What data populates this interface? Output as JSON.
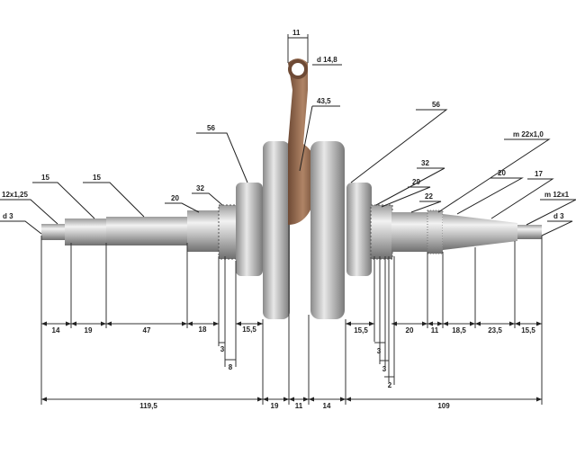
{
  "title": "Crankshaft dimensions drawing",
  "callouts": {
    "conrod_width": "11",
    "small_end_dia": "d 14,8",
    "conrod_length": "43,5",
    "bearing_left": "56",
    "bearing_right": "56",
    "spline_left": "15",
    "shaft_left": "15",
    "thread_left": "12x1,25",
    "hole_left": "d 3",
    "step_left": "20",
    "gear_left": "32",
    "thread_right_mid": "m 22x1,0",
    "gear_right_1": "32",
    "gear_right_2": "29",
    "step_right": "22",
    "shaft_right": "20",
    "taper_right": "17",
    "thread_right": "m 12x1",
    "hole_right": "d 3"
  },
  "dims_left": [
    "14",
    "19",
    "47",
    "18",
    "15,5",
    "3",
    "8"
  ],
  "dims_right": [
    "15,5",
    "20",
    "11",
    "18,5",
    "23,5",
    "15,5",
    "3",
    "3",
    "2"
  ],
  "dims_total": [
    "119,5",
    "19",
    "11",
    "14",
    "109"
  ]
}
